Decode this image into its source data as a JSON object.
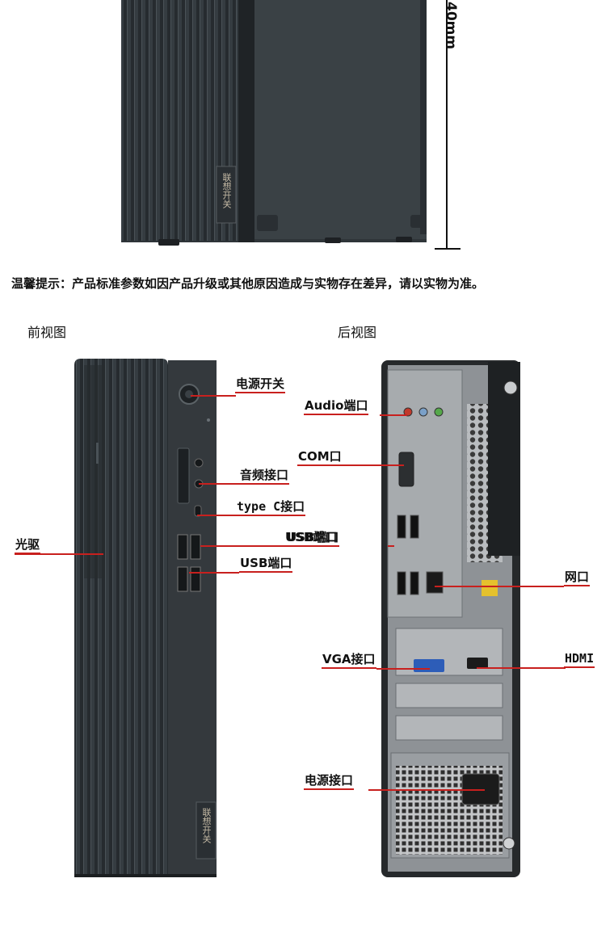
{
  "top_dimension": {
    "label": "40mm"
  },
  "notice": {
    "text": "温馨提示：产品标准参数如因产品升级或其他原因造成与实物存在差异，请以实物为准。"
  },
  "front_view": {
    "title": "前视图",
    "badge": "联想开关",
    "callouts": {
      "power_switch": "电源开关",
      "audio_jack": "音频接口",
      "type_c": "type C接口",
      "usb_upper": "USB端口",
      "usb_lower": "USB端口",
      "optical_drive": "光驱"
    }
  },
  "rear_view": {
    "title": "后视图",
    "callouts": {
      "audio_port": "Audio端口",
      "com_port": "COM口",
      "usb_port": "USB端口",
      "network_port": "网口",
      "vga_port": "VGA接口",
      "hdmi_port": "HDMI",
      "power_port": "电源接口"
    }
  },
  "top_badge": "联想开关",
  "colors": {
    "case_dark": "#2e3438",
    "case_mid": "#3b4247",
    "callout_line": "#c8201e",
    "panel_metal": "#9a9ea2"
  }
}
